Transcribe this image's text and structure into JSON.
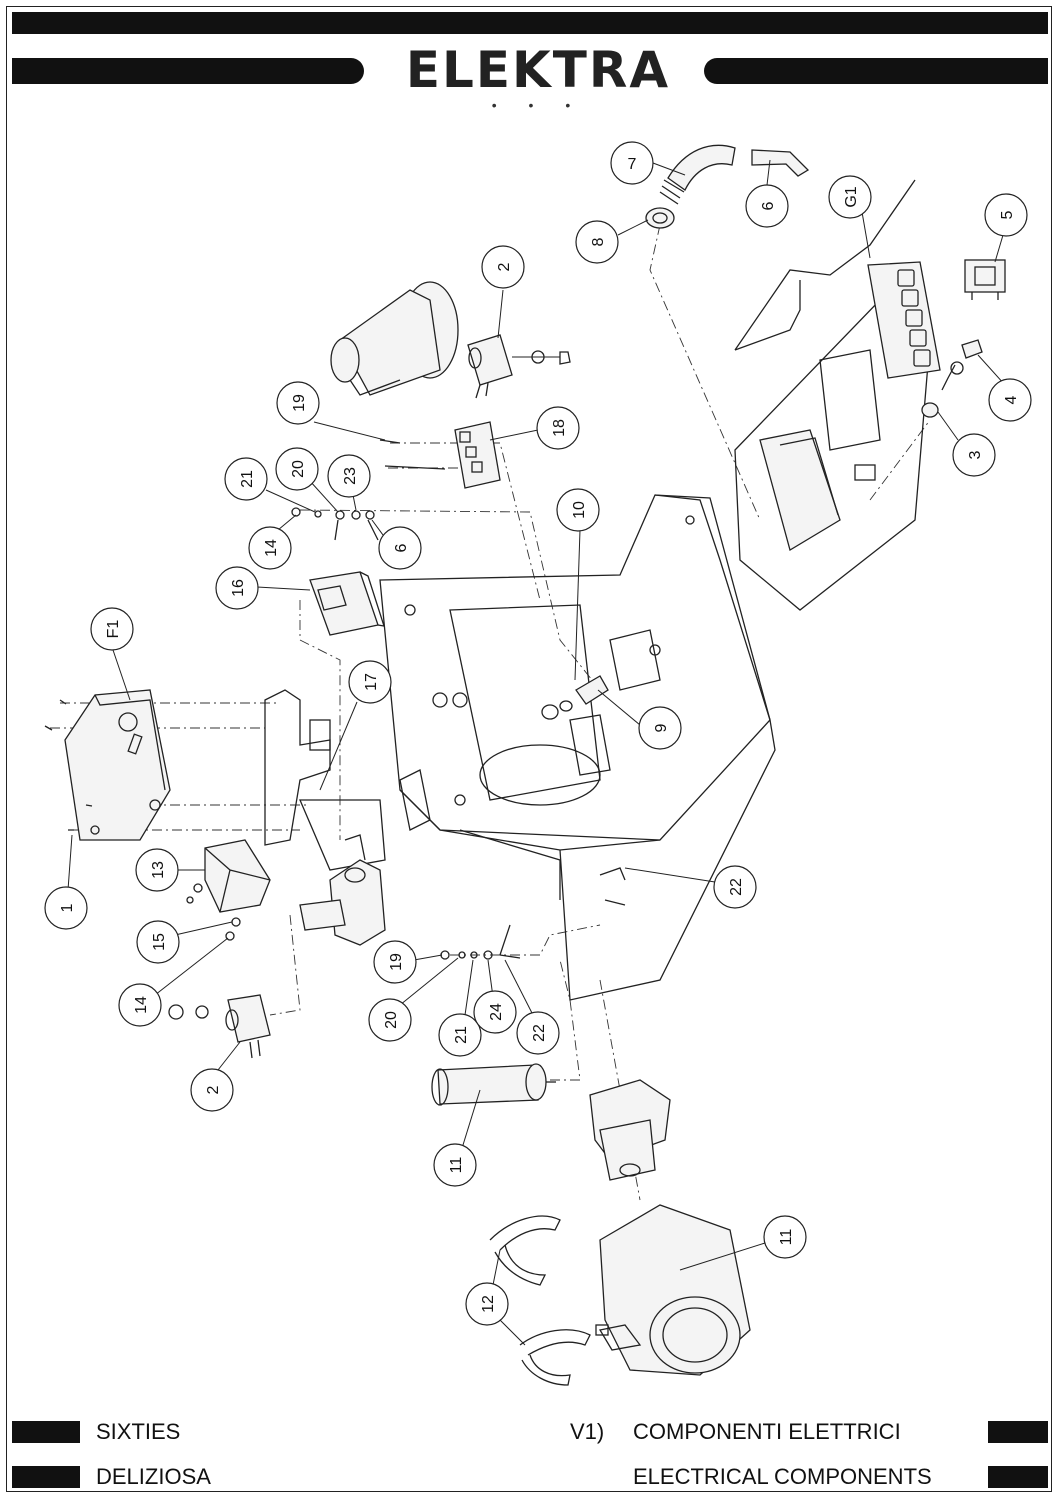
{
  "brand": {
    "logo_text": "ELEKTRA",
    "logo_dots": "• • •"
  },
  "footer": {
    "left_line1": "SIXTIES",
    "left_line2": "DELIZIOSA",
    "section_code": "V1)",
    "title_it": "COMPONENTI ELETTRICI",
    "title_en": "ELECTRICAL COMPONENTS"
  },
  "callouts": [
    {
      "label": "7"
    },
    {
      "label": "6"
    },
    {
      "label": "8"
    },
    {
      "label": "G1"
    },
    {
      "label": "5"
    },
    {
      "label": "2"
    },
    {
      "label": "4"
    },
    {
      "label": "19"
    },
    {
      "label": "18"
    },
    {
      "label": "3"
    },
    {
      "label": "21"
    },
    {
      "label": "20"
    },
    {
      "label": "23"
    },
    {
      "label": "10"
    },
    {
      "label": "14"
    },
    {
      "label": "6"
    },
    {
      "label": "16"
    },
    {
      "label": "F1"
    },
    {
      "label": "17"
    },
    {
      "label": "9"
    },
    {
      "label": "13"
    },
    {
      "label": "22"
    },
    {
      "label": "1"
    },
    {
      "label": "15"
    },
    {
      "label": "19"
    },
    {
      "label": "14"
    },
    {
      "label": "20"
    },
    {
      "label": "21"
    },
    {
      "label": "24"
    },
    {
      "label": "22"
    },
    {
      "label": "2"
    },
    {
      "label": "11"
    },
    {
      "label": "11"
    },
    {
      "label": "12"
    }
  ],
  "colors": {
    "ink": "#111111",
    "paper": "#ffffff"
  }
}
